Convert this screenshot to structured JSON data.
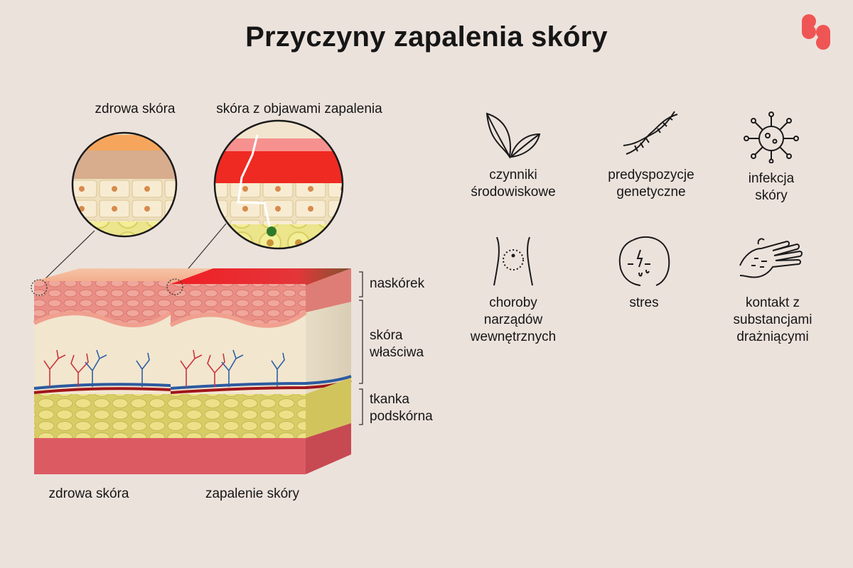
{
  "title": "Przyczyny zapalenia skóry",
  "logo_icon": "brand-logo-icon",
  "colors": {
    "background": "#ece2dc",
    "accent": "#ef5555",
    "epidermis": "#e8857f",
    "dermis": "#f2e6cf",
    "fat": "#e9dc82",
    "muscle": "#d9525c",
    "inflammation": "#e8231e"
  },
  "magnifier_labels": {
    "healthy": "zdrowa skóra",
    "inflamed": "skóra z objawami zapalenia"
  },
  "layer_labels": {
    "epidermis": "naskórek",
    "dermis": "skóra\nwłaściwa",
    "subcutaneous": "tkanka\npodskórna"
  },
  "block_captions": {
    "healthy": "zdrowa skóra",
    "inflamed": "zapalenie skóry"
  },
  "causes": [
    {
      "icon": "leaf-sprout-icon",
      "label": "czynniki\nśrodowiskowe"
    },
    {
      "icon": "dna-icon",
      "label": "predyspozycje\ngenetyczne"
    },
    {
      "icon": "virus-icon",
      "label": "infekcja\nskóry"
    },
    {
      "icon": "torso-organs-icon",
      "label": "choroby\nnarządów\nwewnętrznych"
    },
    {
      "icon": "stressed-face-icon",
      "label": "stres"
    },
    {
      "icon": "hand-contact-icon",
      "label": "kontakt z\nsubstancjami\ndrażniącymi"
    }
  ]
}
